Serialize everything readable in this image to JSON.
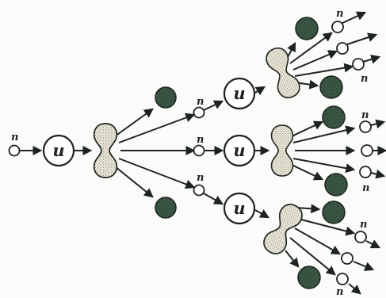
{
  "labels": {
    "neutron": "n",
    "nucleus": "u"
  },
  "colors": {
    "ink": "#1d2420",
    "fragment_fill": "#2f4a38",
    "split_nucleus_fill": "#e9e6d6",
    "background": "#fbfbf9"
  },
  "icons": {
    "neutron": "open-circle",
    "nucleus": "large-circle",
    "fission_fragment": "hatched-dark-circle",
    "splitting_nucleus": "dotted-dumbbell"
  }
}
